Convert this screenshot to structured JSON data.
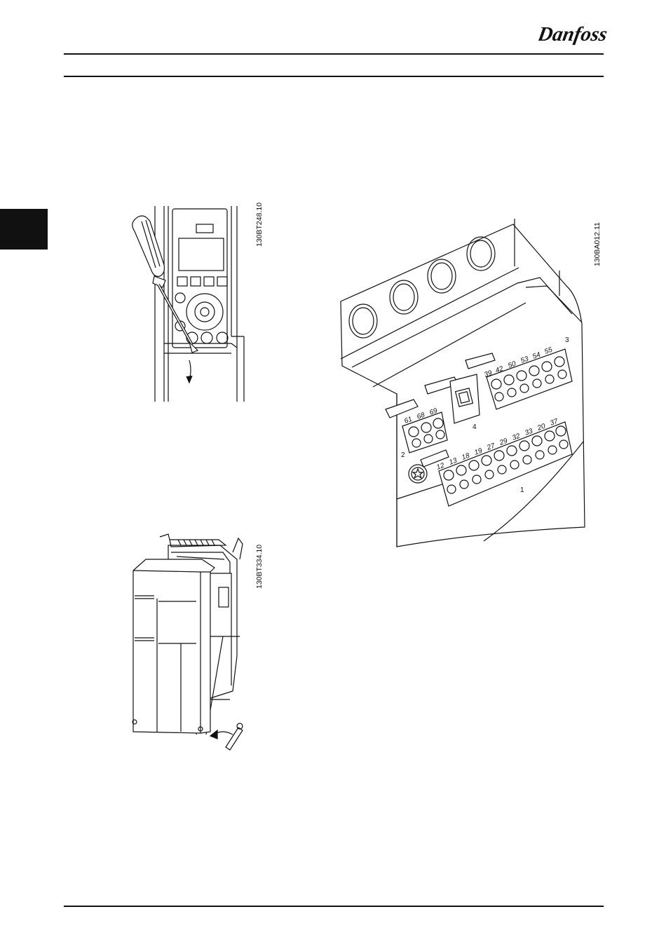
{
  "brand": {
    "logo_text": "Danfoss"
  },
  "figures": [
    {
      "id": "lcp-removal",
      "code": "130BT248.10"
    },
    {
      "id": "cover-removal",
      "code": "130BT334.10"
    },
    {
      "id": "control-terminals",
      "code": "130BA012.11",
      "terminal_groups": [
        {
          "callout": "1",
          "terminals": [
            "12",
            "13",
            "18",
            "19",
            "27",
            "29",
            "32",
            "33",
            "20",
            "37"
          ]
        },
        {
          "callout": "2",
          "terminals": [
            "61",
            "68",
            "69"
          ]
        },
        {
          "callout": "3",
          "terminals": [
            "39",
            "42",
            "50",
            "53",
            "54",
            "55"
          ]
        },
        {
          "callout": "4",
          "terminals": []
        }
      ]
    }
  ]
}
